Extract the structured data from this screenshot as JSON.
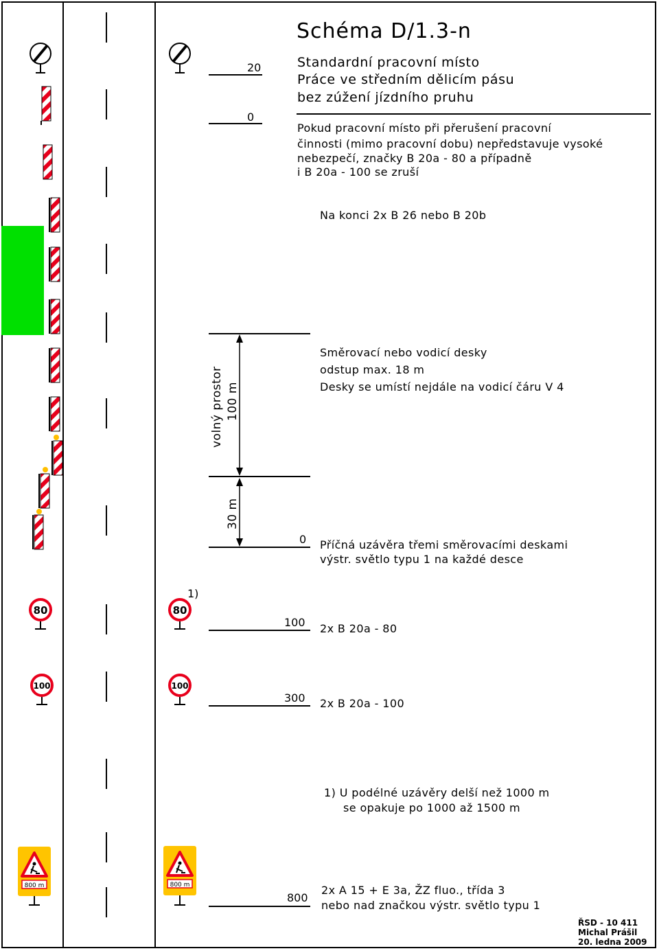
{
  "title": "Schéma D/1.3-n",
  "subtitle": [
    "Standardní pracovní místo",
    "Práce ve středním dělicím pásu",
    "bez zúžení jízdního pruhu"
  ],
  "intro_note": [
    "Pokud pracovní místo při přerušení pracovní",
    "činnosti (mimo pracovní dobu) nepředstavuje vysoké",
    "nebezpečí, značky B 20a - 80 a případně",
    "i B 20a - 100 se zruší"
  ],
  "end_note": "Na konci 2x B 26 nebo B 20b",
  "guide_note": [
    "Směrovací nebo vodicí desky",
    "odstup max. 18 m",
    "Desky se umístí nejdále na vodicí čáru V 4"
  ],
  "cross_note": [
    "Příčná uzávěra třemi směrovacími deskami",
    "výstr. světlo typu 1 na každé desce"
  ],
  "free_space_label": [
    "volný prostor",
    "100 m"
  ],
  "gap_label": "30 m",
  "distance_marks": [
    "20",
    "0",
    "0",
    "100",
    "300",
    "800"
  ],
  "footnote_marker": "1)",
  "sign_rows": [
    {
      "distance": "100",
      "text": "2x B 20a - 80",
      "sign_value": "80"
    },
    {
      "distance": "300",
      "text": "2x B 20a - 100",
      "sign_value": "100"
    }
  ],
  "footnote": [
    "1) U podélné uzávěry delší než 1000 m",
    "se opakuje po 1000 až 1500 m"
  ],
  "warning": {
    "distance": "800",
    "text": [
      "2x A 15 + E 3a, ŽZ fluo., třída 3",
      "nebo nad značkou výstr. světlo typu 1"
    ],
    "plate": "800 m"
  },
  "stamp": [
    "ŘSD - 10 411",
    "Michal Prášil",
    "20. ledna 2009"
  ],
  "colors": {
    "work_area": "#00e000",
    "sign_red": "#e8001c",
    "warning_yellow": "#ffc400",
    "lamp": "#ffbf00"
  }
}
